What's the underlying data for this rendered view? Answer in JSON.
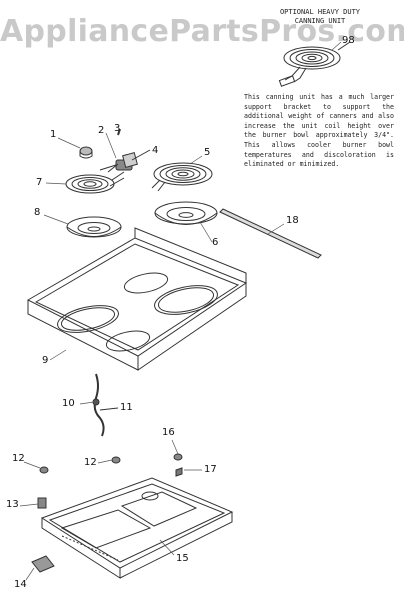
{
  "watermark": "AppliancePartsPros.com",
  "optional_unit": {
    "title_line1": "OPTIONAL HEAVY DUTY",
    "title_line2": "CANNING UNIT",
    "part_number": "98"
  },
  "note": "This canning unit has a much larger support bracket to support the additional weight of canners and also increase the unit coil height over the burner bowl approximately 3/4\". This allows cooler burner bowl temperatures and discoloration is eliminated or minimized.",
  "callouts": {
    "c1": "1",
    "c2": "2",
    "c3": "3",
    "c4": "4",
    "c5": "5",
    "c6": "6",
    "c7": "7",
    "c8": "8",
    "c9": "9",
    "c10": "10",
    "c11": "11",
    "c12a": "12",
    "c12b": "12",
    "c13": "13",
    "c14": "14",
    "c15": "15",
    "c16": "16",
    "c17": "17",
    "c18": "18"
  }
}
